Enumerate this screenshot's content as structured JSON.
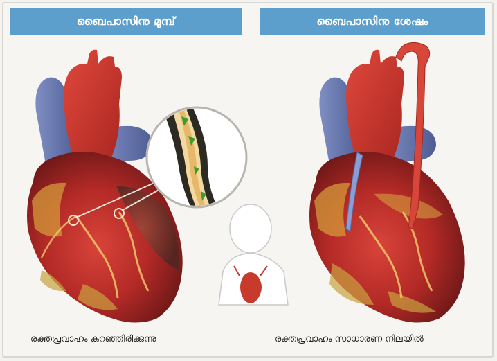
{
  "panels": {
    "before": {
      "title": "ബൈപാസിനു മുമ്പ്",
      "caption": "രക്തപ്രവാഹം കുറഞ്ഞിരിക്കുന്നു"
    },
    "after": {
      "title": "ബൈപാസിനു ശേഷം",
      "caption": "രക്തപ്രവാഹം സാധാരണ നിലയിൽ"
    }
  }
}
